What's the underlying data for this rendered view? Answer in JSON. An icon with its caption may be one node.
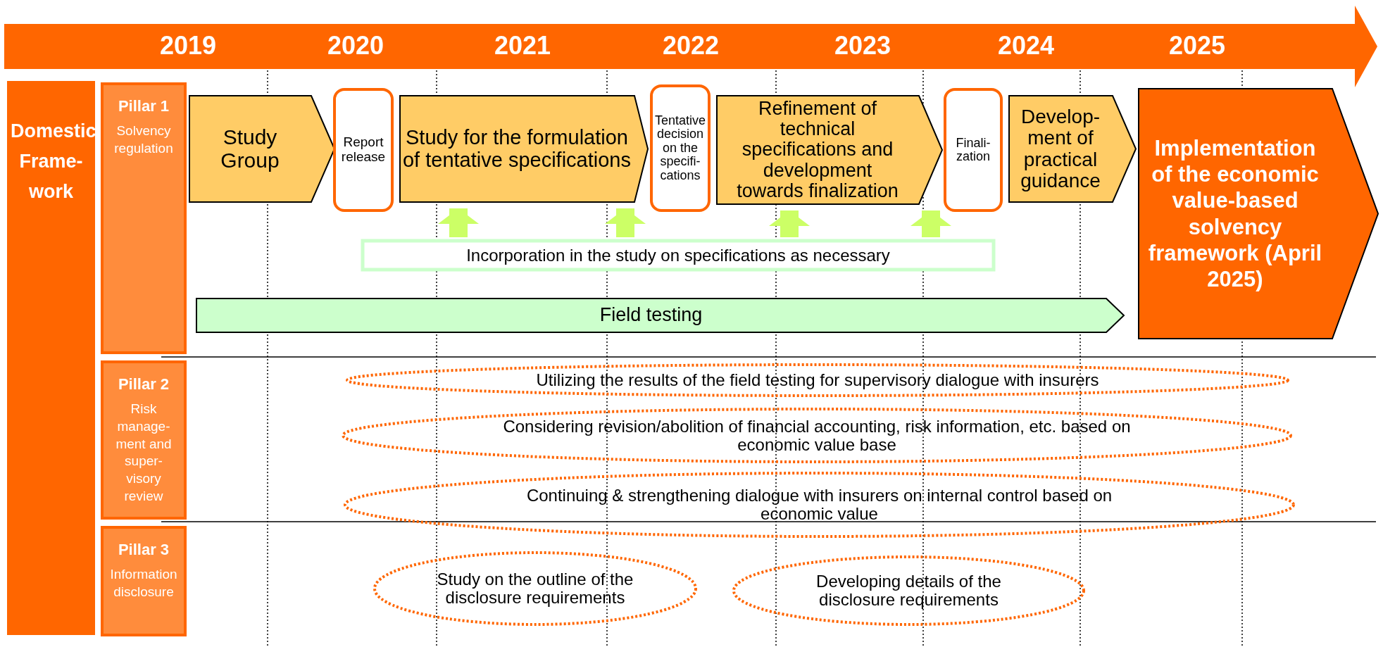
{
  "diagram": {
    "nodes": [
      {
        "text": [
          "2019",
          "2020",
          "2021",
          "2022",
          "2023",
          "2024",
          "2025"
        ]
      },
      {
        "text": [
          "Domestic Frame- work"
        ]
      },
      {
        "text": [
          "Pillar 1",
          "Solvency regulation"
        ]
      },
      {
        "text": [
          "Study Group"
        ]
      },
      {
        "text": [
          "Report release"
        ]
      },
      {
        "text": [
          "Study for the formulation of tentative specifications"
        ]
      },
      {
        "text": [
          "Tentative decision on the specifi- cations"
        ]
      },
      {
        "text": [
          "Refinement of technical specifications and development towards finalization"
        ]
      },
      {
        "text": [
          "Finali- zation"
        ]
      },
      {
        "text": [
          "Develop- ment of practical guidance"
        ]
      },
      {
        "text": [
          "Implementation of the economic value-based solvency framework (April 2025)"
        ]
      },
      {
        "text": [
          "Incorporation in the study on specifications as necessary"
        ]
      },
      {
        "text": [
          "Field testing"
        ]
      },
      {
        "text": [
          "Pillar 2",
          "Risk manage- ment and super- visory review"
        ]
      },
      {
        "text": [
          "Utilizing the results of the field testing for supervisory dialogue with insurers"
        ]
      },
      {
        "text": [
          "Considering revision/abolition of financial accounting, risk information, etc. based on economic value base"
        ]
      },
      {
        "text": [
          "Continuing & strengthening dialogue with insurers on internal control based on economic value"
        ]
      },
      {
        "text": [
          "Pillar 3",
          "Information disclosure"
        ]
      },
      {
        "text": [
          "Study on the outline of the disclosure requirements"
        ]
      },
      {
        "text": [
          "Developing details of the disclosure requirements"
        ]
      }
    ],
    "edges": [
      {
        "from": 11,
        "to": 5,
        "arrow": "to"
      },
      {
        "from": 11,
        "to": 5,
        "arrow": "to"
      },
      {
        "from": 11,
        "to": 7,
        "arrow": "to"
      },
      {
        "from": 11,
        "to": 7,
        "arrow": "to"
      }
    ]
  }
}
